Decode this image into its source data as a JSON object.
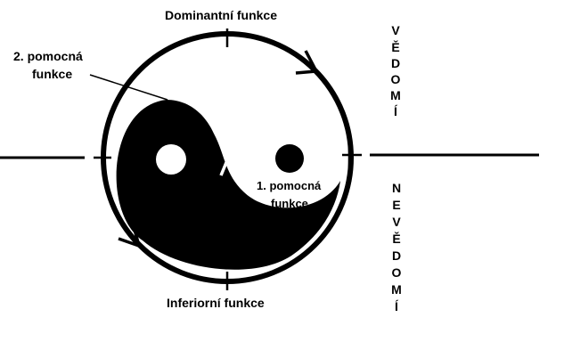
{
  "labels": {
    "dominant": "Dominantní funkce",
    "auxiliary_2_line1": "2. pomocná",
    "auxiliary_2_line2": "funkce",
    "auxiliary_1_line1": "1. pomocná",
    "auxiliary_1_line2": "funkce",
    "inferior": "Inferiorní funkce"
  },
  "side": {
    "conscious": [
      "V",
      "Ě",
      "D",
      "O",
      "M",
      "Í"
    ],
    "unconscious": [
      "N",
      "E",
      "V",
      "Ě",
      "D",
      "O",
      "M",
      "Í"
    ]
  },
  "colors": {
    "ink": "#000000",
    "paper": "#ffffff"
  }
}
